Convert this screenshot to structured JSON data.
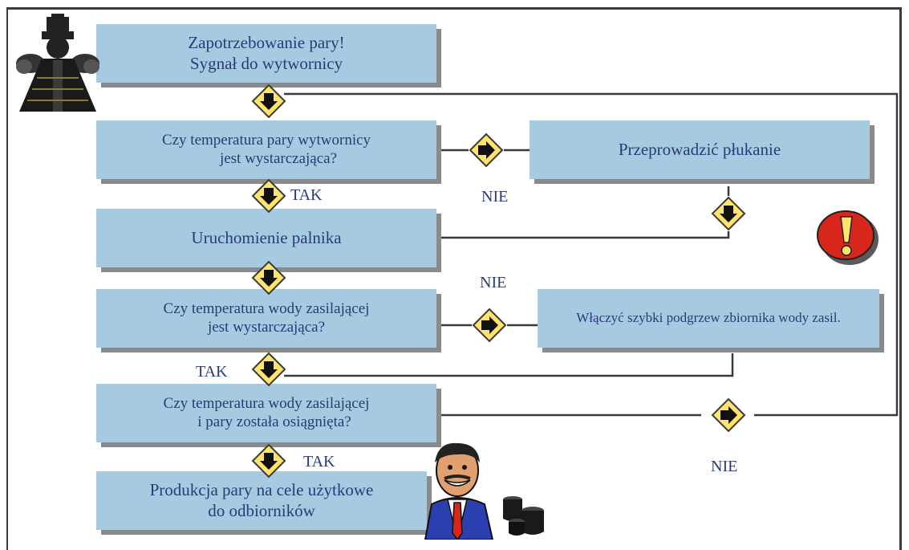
{
  "boxes": {
    "start": [
      "Zapotrzebowanie pary!",
      "Sygnał do wytwornicy"
    ],
    "q1": [
      "Czy temperatura pary wytwornicy",
      "jest wystarczająca?"
    ],
    "flush": [
      "Przeprowadzić płukanie"
    ],
    "burner": [
      "Uruchomienie palnika"
    ],
    "q2": [
      "Czy temperatura wody zasilającej",
      "jest wystarczająca?"
    ],
    "heat": [
      "Włączyć szybki podgrzew zbiornika wody zasil."
    ],
    "q3": [
      "Czy temperatura wody zasilającej",
      "i pary została osiągnięta?"
    ],
    "end": [
      "Produkcja pary na cele użytkowe",
      "do odbiorników"
    ]
  },
  "labels": {
    "tak1": "TAK",
    "nie1": "NIE",
    "nie2": "NIE",
    "tak2": "TAK",
    "tak3": "TAK",
    "nie3": "NIE"
  },
  "colors": {
    "box_fill": "#a6cbe0",
    "box_shadow": "#8a8a8a",
    "text": "#2b3a78",
    "line": "#3a3a3a",
    "diamond_fill": "#ffe36a",
    "warning_red": "#d8261c"
  },
  "icons": [
    "locomotive-icon",
    "warning-exclamation-icon",
    "businessman-icon",
    "coffee-cups-icon"
  ]
}
